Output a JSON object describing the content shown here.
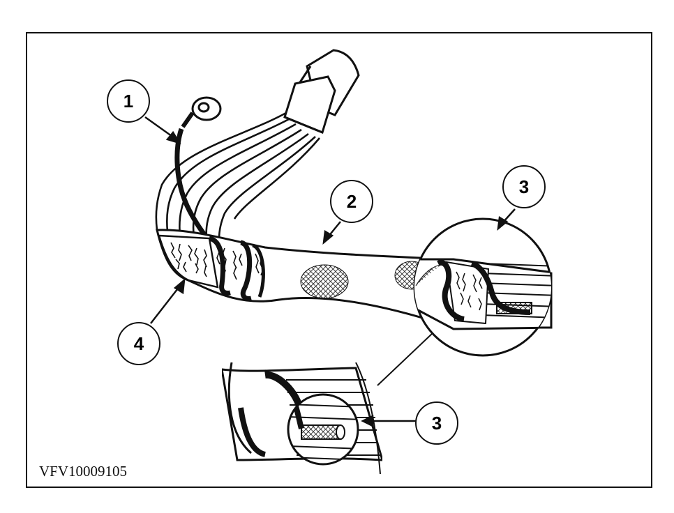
{
  "figure": {
    "code": "VFV10009105",
    "callouts": {
      "c1": "1",
      "c2": "2",
      "c3a": "3",
      "c3b": "3",
      "c4": "4"
    }
  },
  "colors": {
    "ink": "#111111",
    "paper": "#ffffff"
  }
}
